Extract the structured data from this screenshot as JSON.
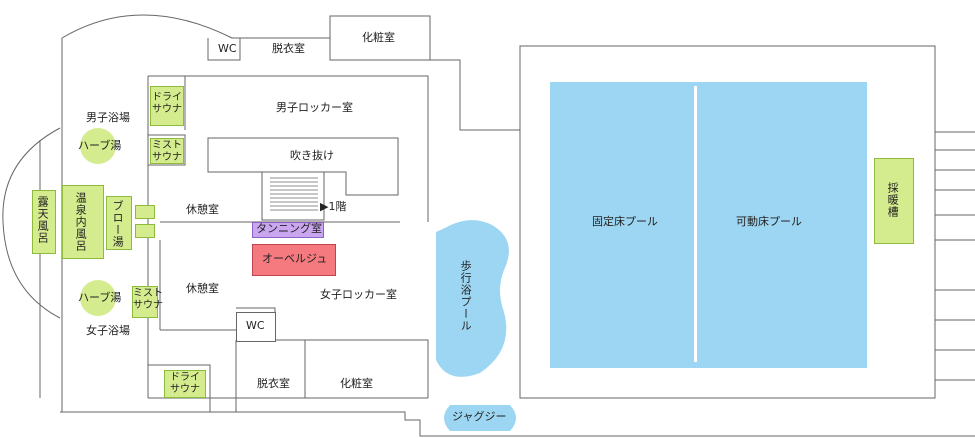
{
  "rooms": {
    "wc_top": "WC",
    "dressing_top": "脱衣室",
    "powder_top": "化粧室",
    "dry_sauna_top": "ドライ\nサウナ",
    "men_locker": "男子ロッカー室",
    "mens_bath": "男子浴場",
    "herb_bath_top": "ハーブ湯",
    "mist_sauna_top": "ミスト\nサウナ",
    "atrium": "吹き抜け",
    "stairs_label": "▶1階",
    "outdoor_bath": "露天風呂",
    "indoor_hot_spring": "温泉内風呂",
    "blow_bath": "ブロー湯",
    "lounge_top": "休憩室",
    "tanning": "タンニング室",
    "auberge": "オーベルジュ",
    "lounge_bottom": "休憩室",
    "herb_bath_bottom": "ハーブ湯",
    "mist_sauna_bottom": "ミスト\nサウナ",
    "women_locker": "女子ロッカー室",
    "wc_bottom": "WC",
    "womens_bath": "女子浴場",
    "dry_sauna_bottom": "ドライ\nサウナ",
    "dressing_bottom": "脱衣室",
    "powder_bottom": "化粧室",
    "walking_pool": "歩行浴プール",
    "jacuzzi": "ジャグジー",
    "fixed_floor_pool": "固定床プール",
    "movable_floor_pool": "可動床プール",
    "heating_tank": "採暖槽"
  },
  "colors": {
    "pool": "#9dd6f2",
    "green_room": "#d4ec8e",
    "tanning": "#c9a6ef",
    "auberge": "#f47a80"
  }
}
